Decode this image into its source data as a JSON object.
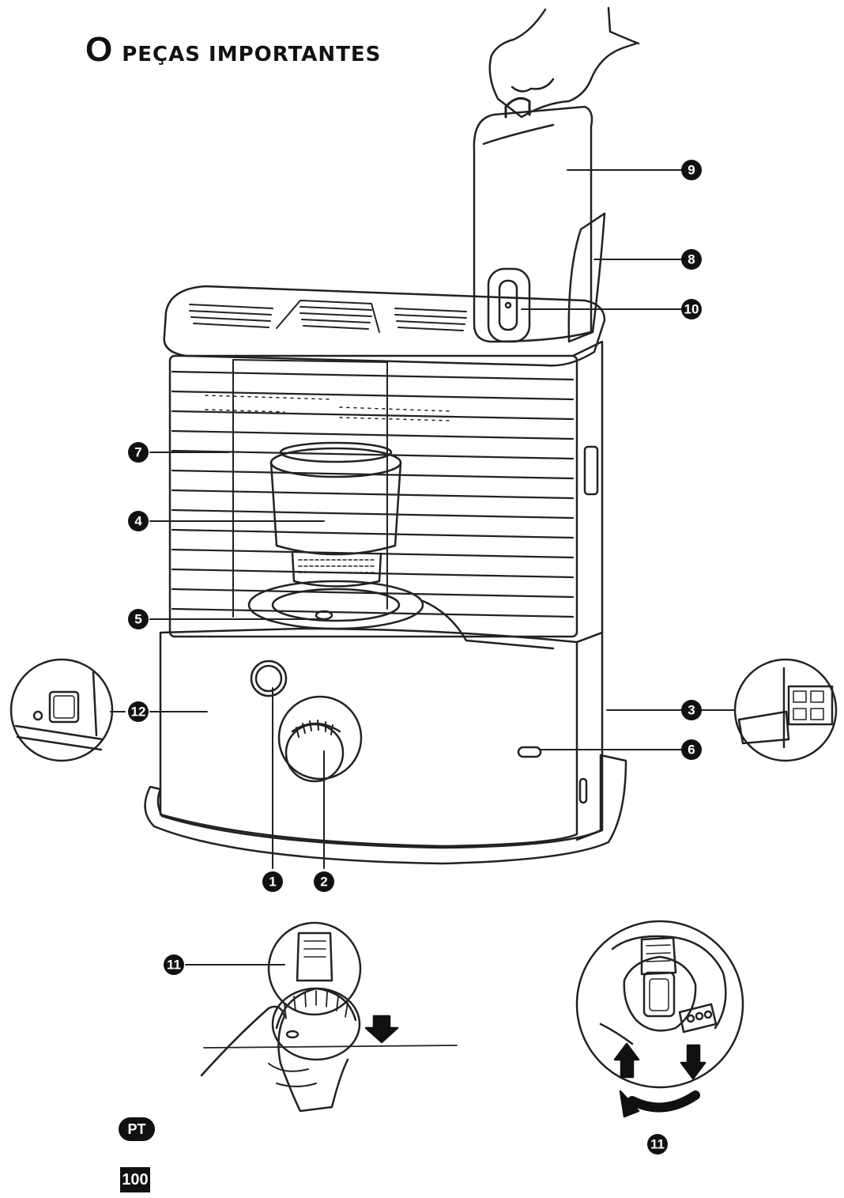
{
  "header": {
    "letter": "O",
    "title": "PEÇAS IMPORTANTES"
  },
  "callouts": {
    "c1": "1",
    "c2": "2",
    "c3": "3",
    "c4": "4",
    "c5": "5",
    "c6": "6",
    "c7": "7",
    "c8": "8",
    "c9": "9",
    "c10": "10",
    "c11": "11",
    "c11b": "11",
    "c12": "12"
  },
  "footer": {
    "language_badge": "PT",
    "page_number": "100"
  }
}
